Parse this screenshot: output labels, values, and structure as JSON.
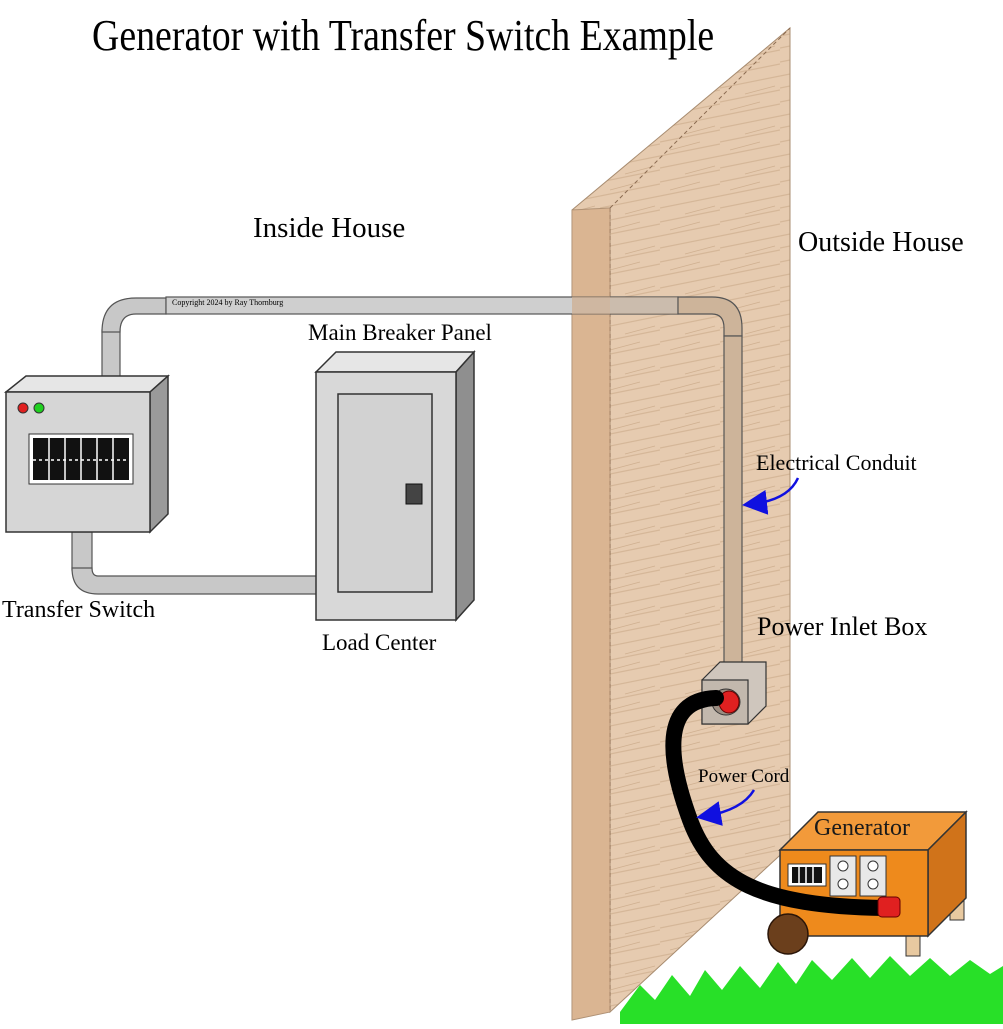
{
  "title": "Generator with Transfer Switch Example",
  "copyright": "Copyright 2024 by Ray Thornburg",
  "labels": {
    "inside_house": "Inside House",
    "outside_house": "Outside House",
    "main_breaker_panel": "Main Breaker Panel",
    "load_center": "Load Center",
    "transfer_switch": "Transfer Switch",
    "electrical_conduit": "Electrical Conduit",
    "power_inlet_box": "Power Inlet Box",
    "power_cord": "Power Cord",
    "generator": "Generator"
  },
  "colors": {
    "wall": "#e2c6a8",
    "conduit": "#c8c8c8",
    "panel": "#d4d4d4",
    "generator": "#ee8a1c",
    "plug": "#e02020",
    "arrow": "#1010e0",
    "grass": "#28e028",
    "cord": "#000000"
  }
}
